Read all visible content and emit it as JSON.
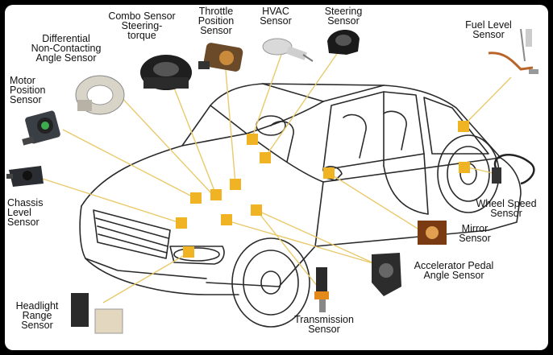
{
  "labels": {
    "differential": "Differential\nNon-Contacting\nAngle Sensor",
    "combo": "Combo Sensor\nSteering-\ntorque",
    "throttle": "Throttle\nPosition\nSensor",
    "hvac": "HVAC\nSensor",
    "steering": "Steering\nSensor",
    "fuel": "Fuel Level\nSensor",
    "motor": "Motor\nPosition\nSensor",
    "chassis": "Chassis\nLevel\nSensor",
    "wheel": "Wheel Speed\nSensor",
    "mirror": "Mirror\nSensor",
    "accelerator": "Accelerator Pedal\nAngle Sensor",
    "headlight": "Headlight\nRange\nSensor",
    "transmission": "Transmission\nSensor"
  },
  "colors": {
    "marker": "#f0b323",
    "leader": "#e9c96a",
    "car_line": "#2a2a2a",
    "frame_background": "#000000"
  }
}
